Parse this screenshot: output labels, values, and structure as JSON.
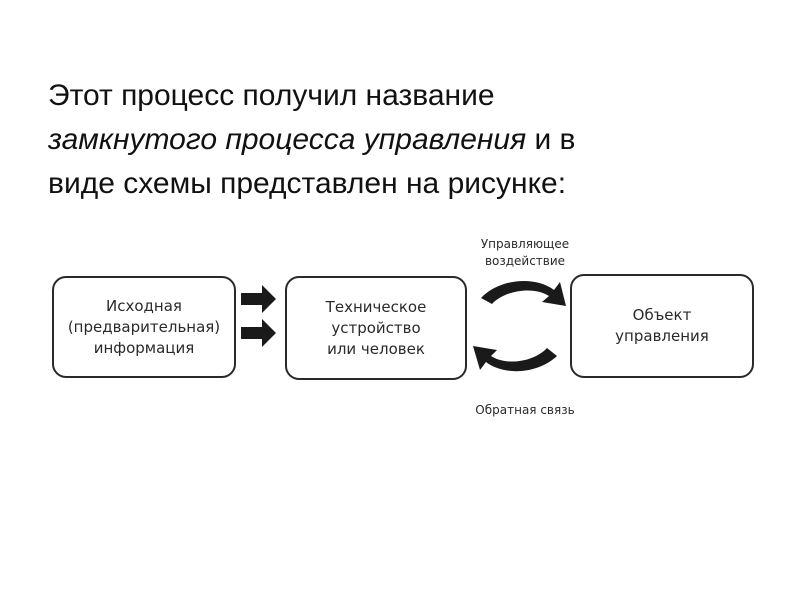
{
  "text": {
    "line1": "Этот процесс получил название",
    "italic": "замкнутого процесса управления",
    "after_italic": " и в",
    "line3": "виде схемы представлен на рисунке:"
  },
  "diagram": {
    "source_box": {
      "lines": [
        "Исходная",
        "(предварительная)",
        "информация"
      ]
    },
    "device_box": {
      "lines": [
        "Техническое",
        "устройство",
        "или человек"
      ]
    },
    "object_box": {
      "lines": [
        "Объект",
        "управления"
      ]
    },
    "caption_control": {
      "lines": [
        "Управляющее",
        "воздействие"
      ]
    },
    "caption_feedback": "Обратная связь"
  },
  "colors": {
    "ink": "#1a1a1a"
  }
}
